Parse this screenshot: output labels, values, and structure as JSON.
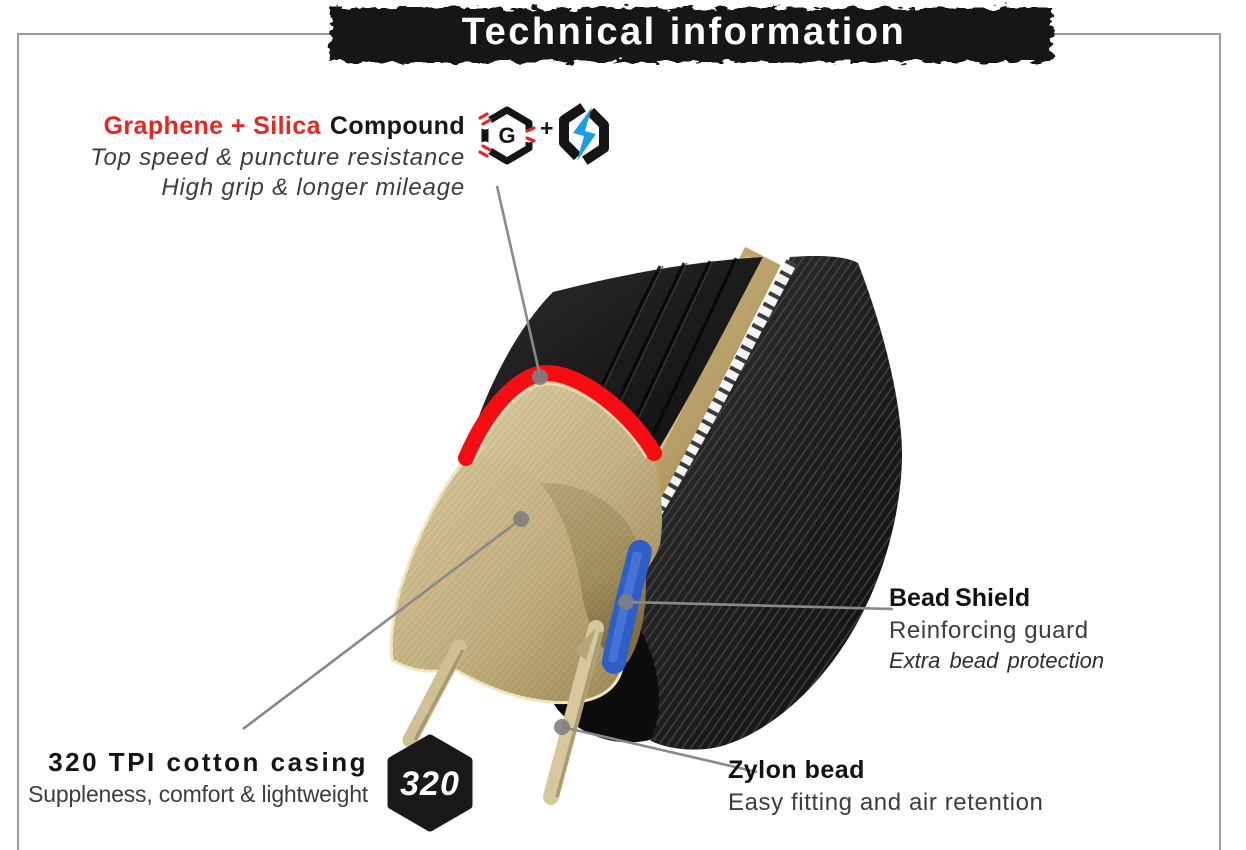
{
  "title": {
    "text": "Technical information"
  },
  "compound": {
    "title_red": "Graphene + Silica",
    "title_black": "Compound",
    "line1": "Top speed & puncture resistance",
    "line2": "High grip & longer mileage"
  },
  "icons": {
    "graphene_letter": "G",
    "plus": "+"
  },
  "bead_shield": {
    "title": "Bead Shield",
    "line1": "Reinforcing guard",
    "line2": "Extra bead protection"
  },
  "casing": {
    "title": "320 TPI cotton casing",
    "line1": "Suppleness, comfort & lightweight"
  },
  "badge": {
    "text": "320"
  },
  "zylon": {
    "title": "Zylon bead",
    "line1": "Easy fitting and air retention"
  },
  "colors": {
    "accent_red": "#e8251f",
    "compound_stripe_red": "#f60d12",
    "casing_tan": "#c9b687",
    "bead_shield_blue": "#2f5ec7",
    "lightning_blue": "#1e9ce6",
    "banner_black": "#141414",
    "frame_gray": "#9b9b9b",
    "leader_gray": "#8a8a8a"
  }
}
